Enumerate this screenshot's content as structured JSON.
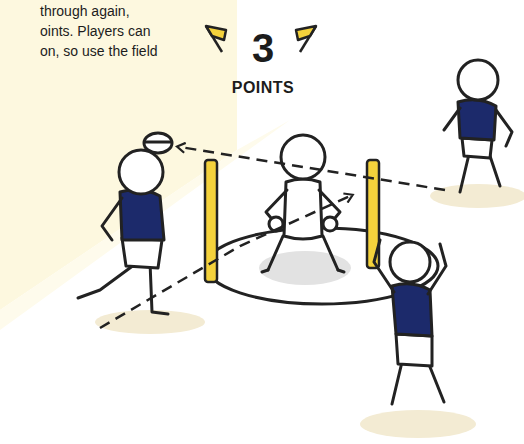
{
  "diagram": {
    "labels": [
      "through again, oints. Players can on, so use the field",
      "3",
      "POINTS"
    ]
  }
}
